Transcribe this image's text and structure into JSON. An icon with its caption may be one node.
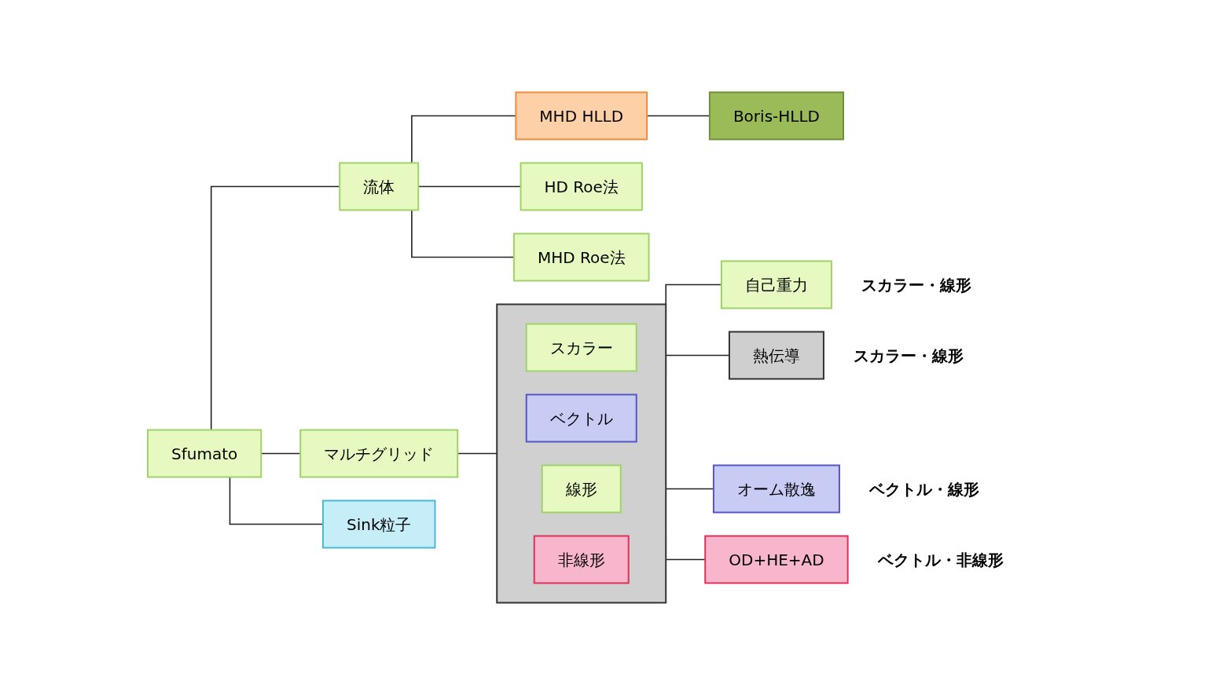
{
  "diagram": {
    "nodes": [
      {
        "text": [
          "Sfumato"
        ]
      },
      {
        "text": [
          "流体"
        ]
      },
      {
        "text": [
          "HD Roe法"
        ]
      },
      {
        "text": [
          "MHD Roe法"
        ]
      },
      {
        "text": [
          "MHD HLLD"
        ]
      },
      {
        "text": [
          "Boris-HLLD"
        ]
      },
      {
        "text": [
          "マルチグリッド"
        ]
      },
      {
        "text": [],
        "shape": "box"
      },
      {
        "text": [
          "スカラー"
        ],
        "in": 7
      },
      {
        "text": [
          "ベクトル"
        ],
        "in": 7
      },
      {
        "text": [
          "線形"
        ],
        "in": 7
      },
      {
        "text": [
          "非線形"
        ],
        "in": 7
      },
      {
        "text": [
          "自己重力"
        ],
        "beside": [
          "スカラー・線形"
        ]
      },
      {
        "text": [
          "熱伝導"
        ],
        "beside": [
          "スカラー・線形"
        ]
      },
      {
        "text": [
          "オーム散逸"
        ],
        "beside": [
          "ベクトル・線形"
        ]
      },
      {
        "text": [
          "OD+HE+AD"
        ],
        "beside": [
          "ベクトル・非線形"
        ]
      },
      {
        "text": [
          "Sink粒子"
        ]
      }
    ],
    "edges": [
      {
        "from": 0,
        "to": 1,
        "arrow": "none"
      },
      {
        "from": 0,
        "to": 6,
        "arrow": "none"
      },
      {
        "from": 0,
        "to": 16,
        "arrow": "none"
      },
      {
        "from": 1,
        "to": 2,
        "arrow": "none"
      },
      {
        "from": 1,
        "to": 3,
        "arrow": "none"
      },
      {
        "from": 1,
        "to": 4,
        "arrow": "none"
      },
      {
        "from": 4,
        "to": 5,
        "arrow": "none"
      },
      {
        "from": 6,
        "to": 7,
        "arrow": "none"
      },
      {
        "from": 7,
        "to": 12,
        "arrow": "none"
      },
      {
        "from": 7,
        "to": 13,
        "arrow": "none"
      },
      {
        "from": 7,
        "to": 14,
        "arrow": "none"
      },
      {
        "from": 7,
        "to": 15,
        "arrow": "none"
      }
    ]
  }
}
